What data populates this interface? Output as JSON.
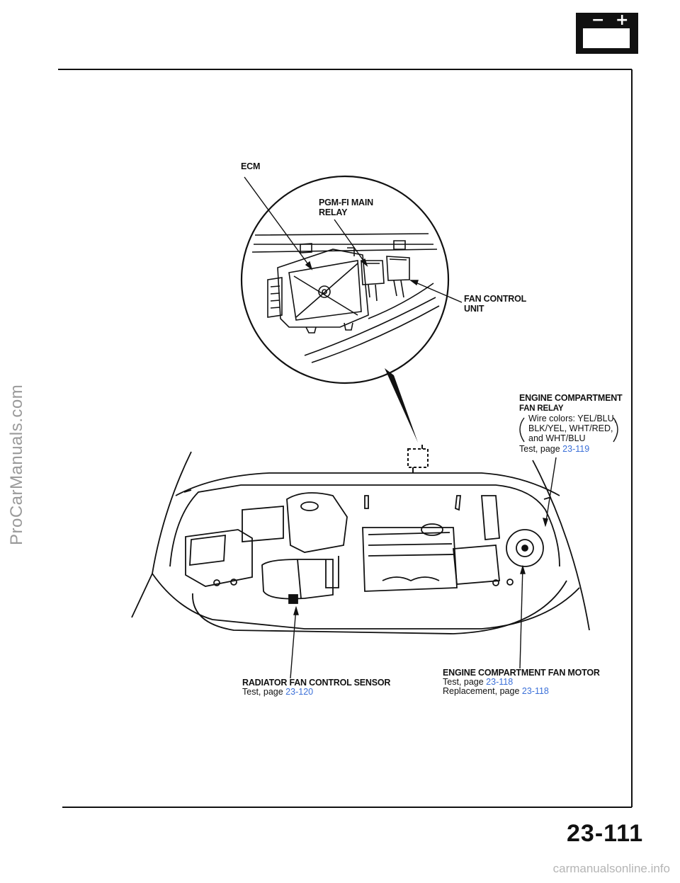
{
  "page": {
    "number": "23-111"
  },
  "header": {
    "icon": "battery-icon",
    "battery_minus": "−",
    "battery_plus": "+"
  },
  "labels": {
    "ecm": "ECM",
    "pgmfi_line1": "PGM-FI MAIN",
    "pgmfi_line2": "RELAY",
    "fan_control_line1": "FAN CONTROL",
    "fan_control_line2": "UNIT",
    "relay_title": "ENGINE COMPARTMENT",
    "relay_subtitle": "FAN RELAY",
    "relay_wire_1": "Wire colors: YEL/BLU,",
    "relay_wire_2": "BLK/YEL, WHT/RED,",
    "relay_wire_3": "and WHT/BLU",
    "relay_test_text": "Test, page",
    "relay_test_page": "23-119",
    "sensor_title": "RADIATOR FAN CONTROL SENSOR",
    "sensor_test_text": "Test, page",
    "sensor_test_page": "23-120",
    "motor_title": "ENGINE COMPARTMENT FAN MOTOR",
    "motor_test_text": "Test, page",
    "motor_test_page": "23-118",
    "motor_repl_text": "Replacement,  page",
    "motor_repl_page": "23-118"
  },
  "watermarks": {
    "side": "ProCarManuals.com",
    "bottom": "carmanualsonline.info"
  },
  "colors": {
    "link": "#3a6fd8"
  }
}
